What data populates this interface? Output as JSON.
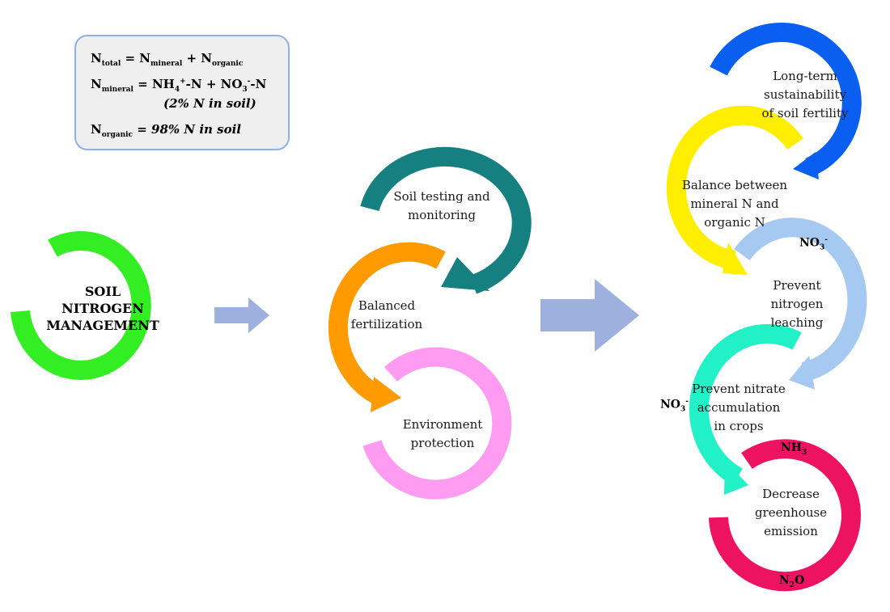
{
  "formulas": {
    "line1": {
      "n": "N",
      "total_sub": "total",
      "eq": " = N",
      "mineral_sub": "mineral",
      "plus": " + N",
      "organic_sub": "organic"
    },
    "line2": {
      "n": "N",
      "mineral_sub": "mineral",
      "eq": " = NH",
      "nh_sub": "4",
      "nh_sup": "+",
      "mid": "-N + NO",
      "no_sub": "3",
      "no_sup": "-",
      "end": "-N"
    },
    "line3": "(2% N in soil)",
    "line4": {
      "n": "N",
      "organic_sub": "organic",
      "eq": " = ",
      "value": "98% N in soil"
    }
  },
  "center": {
    "label": "SOIL\nNITROGEN\nMANAGEMENT"
  },
  "middle": {
    "soil_testing": "Soil testing and\nmonitoring",
    "balanced": "Balanced\nfertilization",
    "environment": "Environment\nprotection"
  },
  "right": {
    "long_term": "Long-term\nsustainability\nof soil fertility",
    "balance": "Balance between\nmineral N and\norganic N",
    "leaching": "Prevent\nnitrogen\nleaching",
    "nitrate": "Prevent nitrate\naccumulation\nin crops",
    "greenhouse": "Decrease\ngreenhouse\nemission"
  },
  "chem": {
    "no3_a": {
      "base": "NO",
      "sub": "3",
      "sup": "-"
    },
    "no3_b": {
      "base": "NO",
      "sub": "3",
      "sup": "-"
    },
    "nh3": {
      "base": "NH",
      "sub": "3"
    },
    "n2o": {
      "base": "N",
      "sub": "2",
      "end": "O"
    }
  },
  "colors": {
    "center_ring": "#33ee22",
    "soil_testing": "#167f7f",
    "balanced": "#ff9a00",
    "environment": "#ff9cf2",
    "long_term": "#0a5ff0",
    "balance": "#ffee00",
    "leaching": "#a6c9f1",
    "nitrate": "#22f0c6",
    "greenhouse": "#ee1360",
    "flow_arrow": "#9db0de"
  }
}
